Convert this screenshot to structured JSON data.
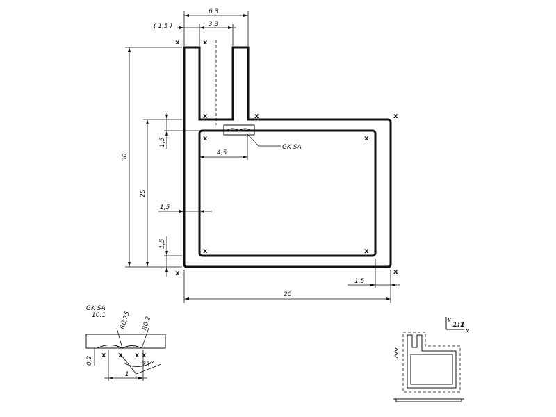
{
  "dimensions": {
    "width_top": "6,3",
    "gap_paren": "( 1,5 )",
    "inner_top": "3,3",
    "height_total": "30",
    "height_box": "20",
    "wall_left_upper": "1,5",
    "wall_left_lower": "1,5",
    "wall_side": "1,5",
    "notch_offset": "4,5",
    "width_bottom": "20",
    "wall_right": "1,5"
  },
  "labels": {
    "gk_callout": "GK SA",
    "detail_title": "GK SA",
    "detail_scale": "10:1",
    "radius_1": "R0,75",
    "radius_2": "R0,2",
    "depth": "0,2",
    "spacing": "1",
    "angle": "75°",
    "scale_symbol": "1:1",
    "axis_y": "y",
    "axis_x": "x"
  },
  "markers": {
    "cross": "x"
  }
}
